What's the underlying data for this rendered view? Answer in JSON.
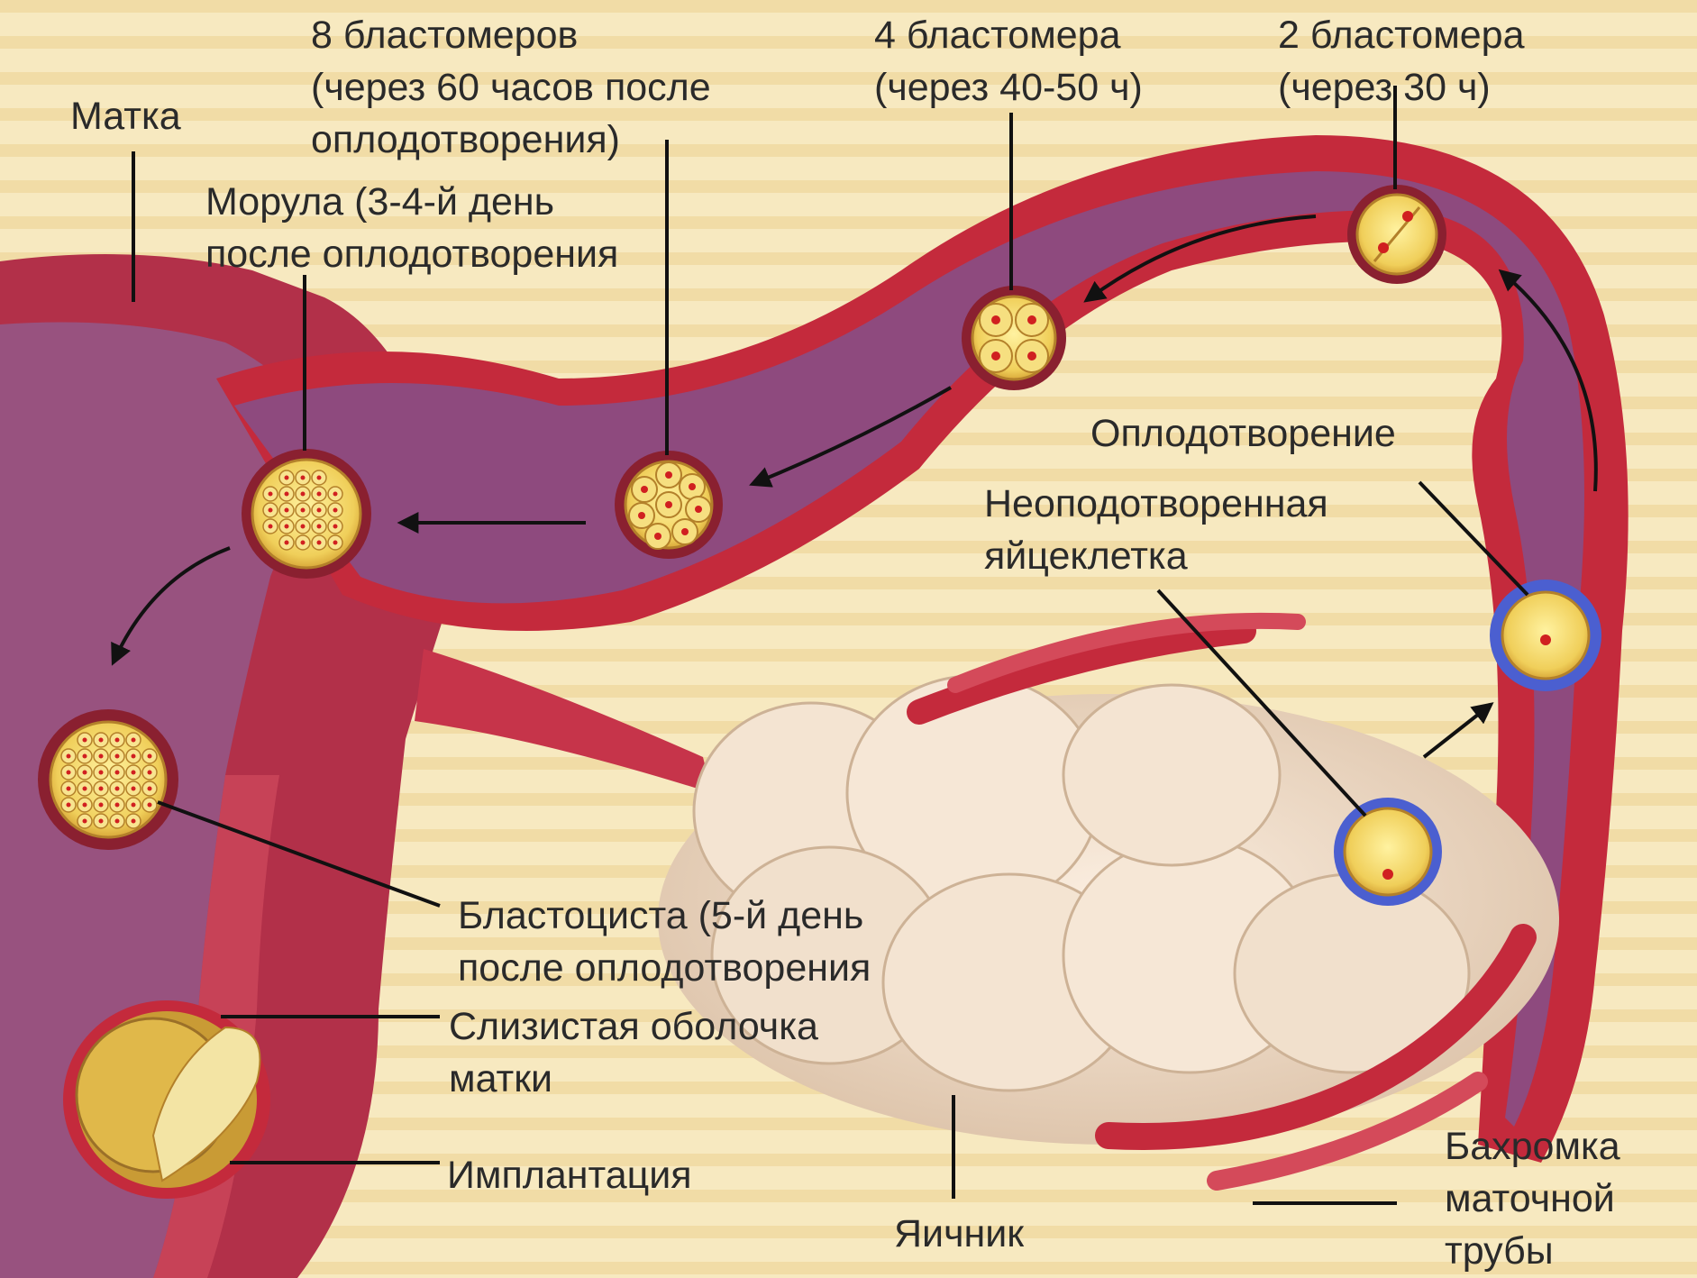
{
  "labels": {
    "blastomeres8": [
      "8 бластомеров",
      "(через 60 часов после",
      "оплодотворения)"
    ],
    "blastomeres4": [
      "4 бластомера",
      "(через 40-50 ч)"
    ],
    "blastomeres2": [
      "2 бластомера",
      "(через 30 ч)"
    ],
    "uterus": "Матка",
    "morula": [
      "Морула (3-4-й день",
      "после оплодотворения"
    ],
    "fertilization": "Оплодотворение",
    "unfertilized_egg": [
      "Неоподотворенная",
      "яйцеклетка"
    ],
    "blastocyst": [
      "Бластоциста (5-й день",
      "после оплодотворения"
    ],
    "endometrium": [
      "Слизистая оболочка",
      "матки"
    ],
    "implantation": "Имплантация",
    "ovary": "Яичник",
    "fimbriae": [
      "Бахромка",
      "маточной",
      "трубы"
    ]
  },
  "colors": {
    "background": "#f6e6b8",
    "tube_wall": "#c42a3c",
    "tube_lumen": "#8e4a7e",
    "uterus_wall": "#b5324c",
    "ovary": "#efddc9",
    "cell": "#f0d060",
    "nucleus": "#d02020",
    "corona": "#4b5fd0"
  }
}
